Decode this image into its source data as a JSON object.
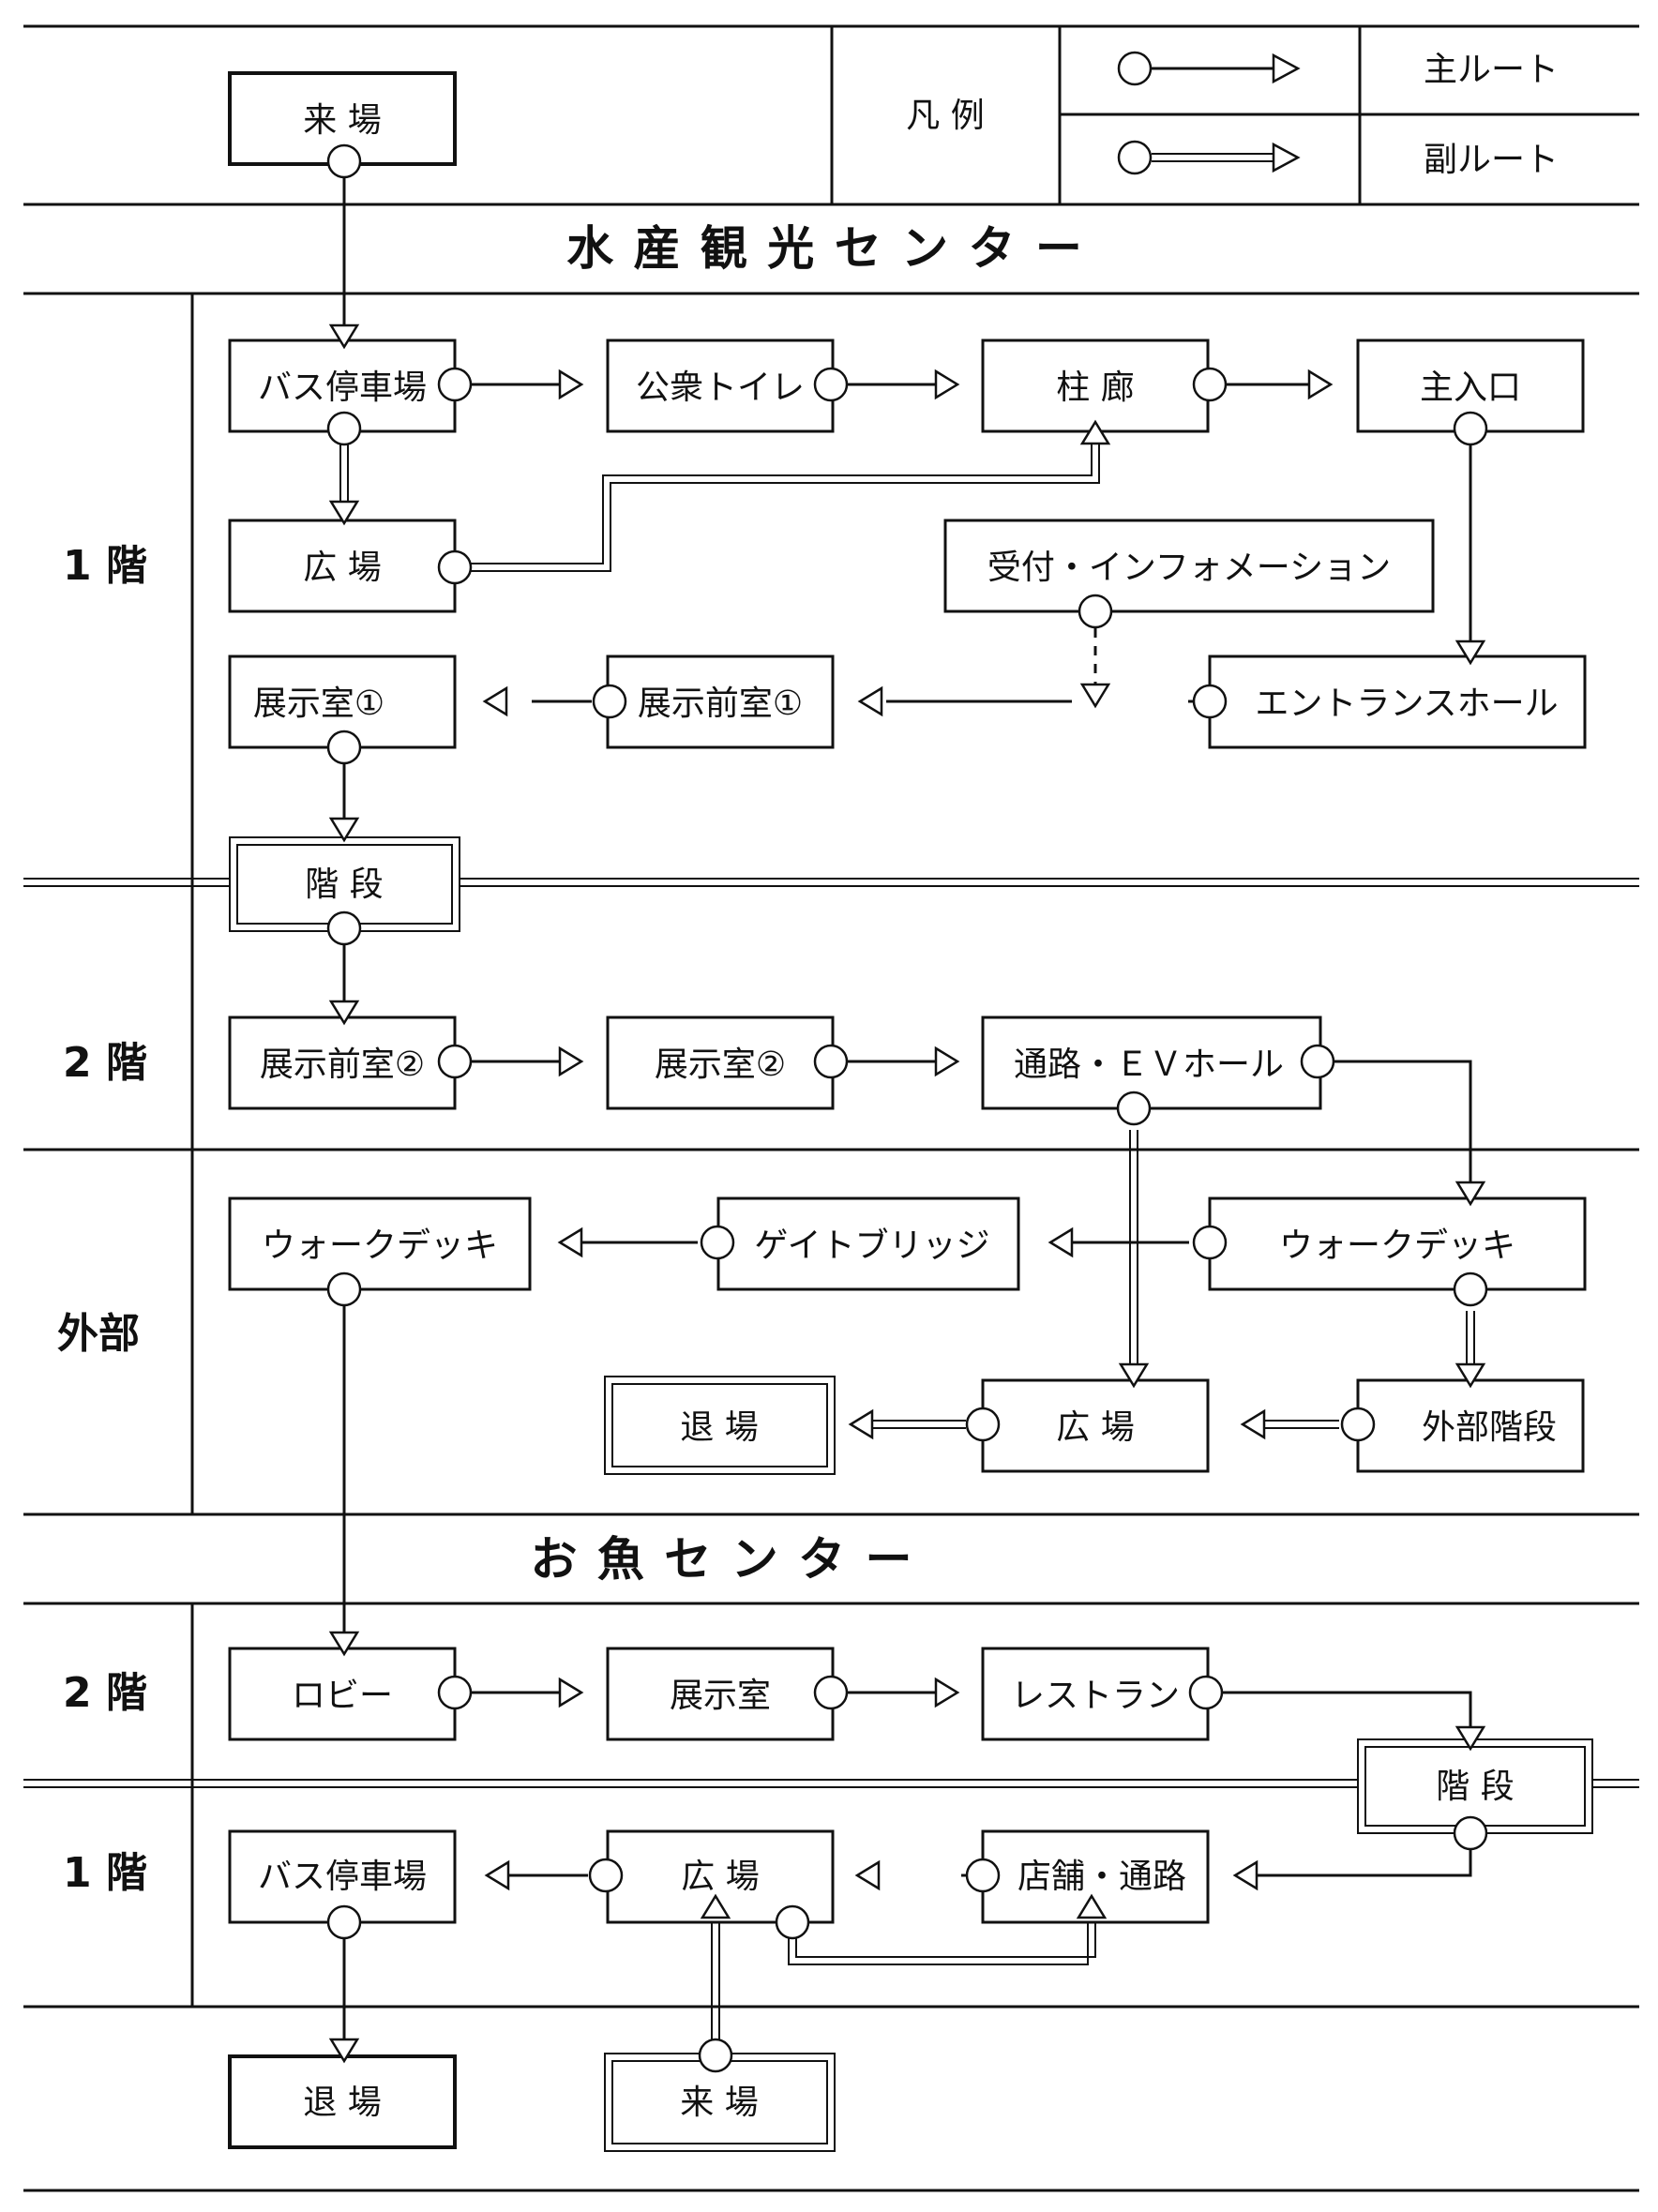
{
  "legend": {
    "title": "凡 例",
    "main_route": "主ルート",
    "sub_route": "副ルート"
  },
  "entrance_top": "来 場",
  "section_titles": {
    "suisan": "水 産 観 光 セ ン タ ー",
    "osakana": "お 魚 セ ン タ ー"
  },
  "floors": {
    "suisan_1f": "1 階",
    "suisan_2f": "2 階",
    "outside": "外部",
    "osakana_2f": "2 階",
    "osakana_1f": "1 階"
  },
  "nodes": {
    "bus1": "バス停車場",
    "toilet": "公衆トイレ",
    "colonnade": "柱 廊",
    "main_entrance": "主入口",
    "plaza1": "広 場",
    "reception": "受付・インフォメーション",
    "exhibit1": "展示室①",
    "anteroom1": "展示前室①",
    "entrance_hall": "エントランスホール",
    "stairs1": "階 段",
    "anteroom2": "展示前室②",
    "exhibit2": "展示室②",
    "passage_ev": "通路・ＥＶホール",
    "walkdeck_left": "ウォークデッキ",
    "gate_bridge": "ゲイトブリッジ",
    "walkdeck_right": "ウォークデッキ",
    "exit_outside": "退 場",
    "plaza_outside": "広 場",
    "outside_stairs": "外部階段",
    "lobby": "ロビー",
    "exhibit3": "展示室",
    "restaurant": "レストラン",
    "stairs2": "階 段",
    "bus2": "バス停車場",
    "plaza2": "広 場",
    "shops": "店舗・通路",
    "exit_bottom": "退 場",
    "entrance_bottom": "来 場"
  }
}
